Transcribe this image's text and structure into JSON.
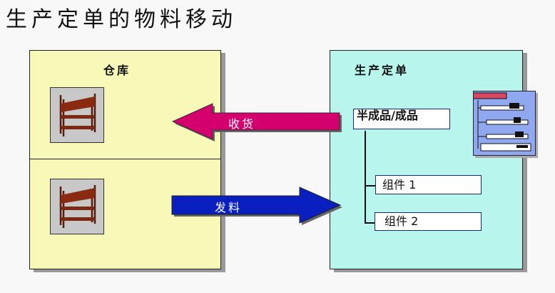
{
  "title": "生产定单的物料移动",
  "warehouse": {
    "label": "仓库"
  },
  "production_order": {
    "label": "生产定单",
    "product": "半成品/成品",
    "components": [
      "组件 1",
      "组件 2"
    ]
  },
  "arrows": {
    "receipt": "收货",
    "issue": "发料"
  },
  "colors": {
    "warehouse": "#f8f8b8",
    "production": "#b8f5ec",
    "receipt": "#d4006e",
    "issue": "#0a1fbf"
  }
}
